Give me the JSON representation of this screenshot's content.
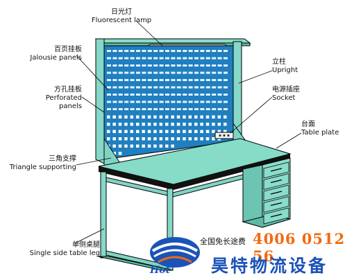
{
  "labels": {
    "fluorescent_lamp": {
      "zh": "日光灯",
      "en": "Fluorescent lamp"
    },
    "jalousie_panels": {
      "zh": "百页挂板",
      "en": "Jalousie panels"
    },
    "perforated_panels": {
      "zh": "方孔挂板",
      "en": "Perforated",
      "en2": "panels"
    },
    "triangle_supporting": {
      "zh": "三角支撑",
      "en": "Triangle supporting"
    },
    "single_side_table_leg": {
      "zh": "单侧桌腿",
      "en": "Single side table leg"
    },
    "upright": {
      "zh": "立柱",
      "en": "Upright"
    },
    "socket": {
      "zh": "电源插座",
      "en": "Socket"
    },
    "table_plate": {
      "zh": "台面",
      "en": "Table plate"
    }
  },
  "brand": {
    "hotline_prefix": "全国免长途费",
    "hotline_number": "4006 0512 56",
    "company": "昊特物流设备",
    "logo_word": "Hot"
  },
  "colors": {
    "frame": "#7fd4c4",
    "frame_dark": "#4fa898",
    "panel": "#1f7fc0",
    "table_top": "#86dcc6",
    "table_edge": "#111111",
    "cabinet": "#8adccb",
    "brand_orange": "#f26a10",
    "brand_blue": "#1b53b8"
  }
}
